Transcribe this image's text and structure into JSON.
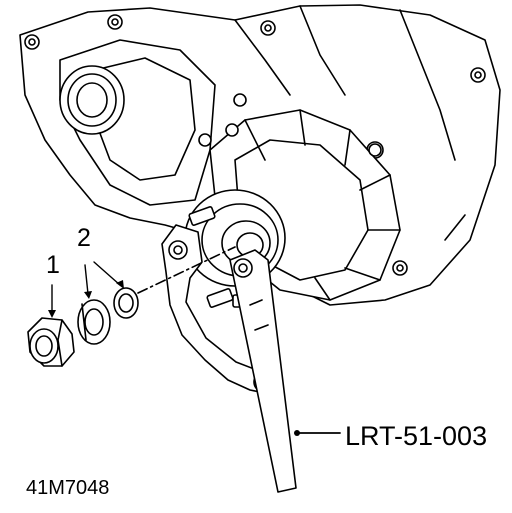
{
  "figure": {
    "callouts": [
      {
        "id": "1",
        "text": "1"
      },
      {
        "id": "2",
        "text": "2"
      }
    ],
    "tool_label": "LRT-51-003",
    "figure_id": "41M7048"
  },
  "colors": {
    "line": "#000000",
    "background": "#ffffff"
  }
}
